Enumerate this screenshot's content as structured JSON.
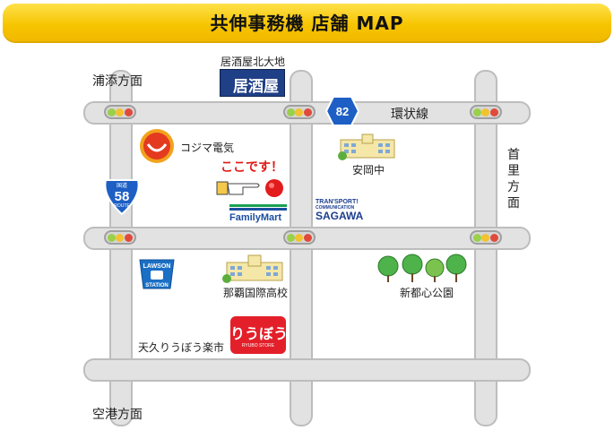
{
  "title": "共伸事務機 店舗 MAP",
  "directions": {
    "urasoe": "浦添方面",
    "shuri": "首里方面",
    "airport": "空港方面"
  },
  "roads": {
    "loop_line": "環状線",
    "route58_top": "国道",
    "route58_number": "58",
    "route58_bottom": "ROUTE",
    "route82_number": "82"
  },
  "landmarks": {
    "izakaya_label": "居酒屋北大地",
    "izakaya_sign": "居酒屋",
    "kojima": "コジマ電気",
    "here": "ここです！",
    "familymart": "FamilyMart",
    "yasuoka": "安岡中",
    "sagawa_line1": "TRAN'SPORT!",
    "sagawa_line2": "COMMUNICATION",
    "sagawa_line3": "SAGAWA",
    "lawson_top": "LAWSON",
    "lawson_bottom": "STATION",
    "naha_hs": "那覇国際高校",
    "shintoshin": "新都心公園",
    "ryubo_label": "天久りうぼう楽市",
    "ryubo_logo": "りうぼう",
    "ryubo_sub": "RYUBO STORE"
  }
}
